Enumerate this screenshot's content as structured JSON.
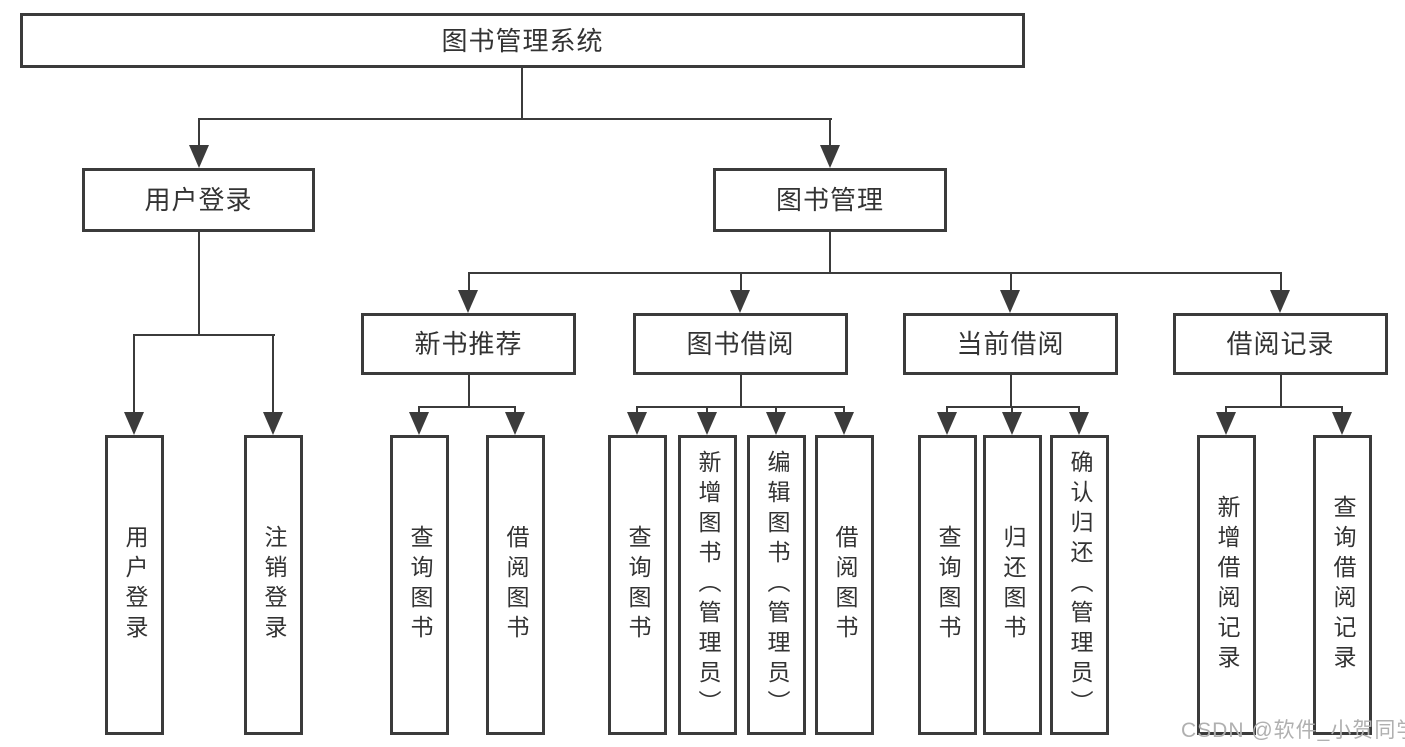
{
  "diagram": {
    "root": "图书管理系统",
    "children": [
      {
        "label": "用户登录",
        "children": [
          "用户登录",
          "注销登录"
        ]
      },
      {
        "label": "图书管理",
        "children": [
          {
            "label": "新书推荐",
            "children": [
              "查询图书",
              "借阅图书"
            ]
          },
          {
            "label": "图书借阅",
            "children": [
              "查询图书",
              "新增图书（管理员）",
              "编辑图书（管理员）",
              "借阅图书"
            ]
          },
          {
            "label": "当前借阅",
            "children": [
              "查询图书",
              "归还图书",
              "确认归还（管理员）"
            ]
          },
          {
            "label": "借阅记录",
            "children": [
              "新增借阅记录",
              "查询借阅记录"
            ]
          }
        ]
      }
    ]
  },
  "watermark": "CSDN @软件_小贺同学",
  "colors": {
    "line": "#3b3b3b",
    "text": "#333333",
    "watermark": "#b0b0b0",
    "background": "#ffffff"
  }
}
